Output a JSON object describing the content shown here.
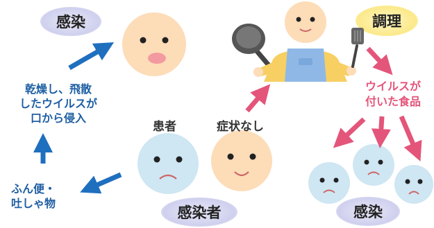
{
  "labels": {
    "infection_top": "感染",
    "cooking": "調理",
    "patient": "患者",
    "asymptomatic": "症状なし",
    "infected_person": "感染者",
    "infection_bottom": "感染"
  },
  "texts": {
    "airborne_line1": "乾燥し、飛散",
    "airborne_line2": "したウイルスが",
    "airborne_line3": "口から侵入",
    "feces_line1": "ふん便・",
    "feces_line2": "吐しゃ物",
    "food_line1": "ウイルスが",
    "food_line2": "付いた食品"
  },
  "colors": {
    "blue_arrow": "#1f6fbf",
    "pink_arrow": "#e4557a",
    "skin": "#fddcb8",
    "sick_face": "#cfe6f3",
    "apron": "#8fb8e6",
    "shirt": "#f7cf63"
  }
}
